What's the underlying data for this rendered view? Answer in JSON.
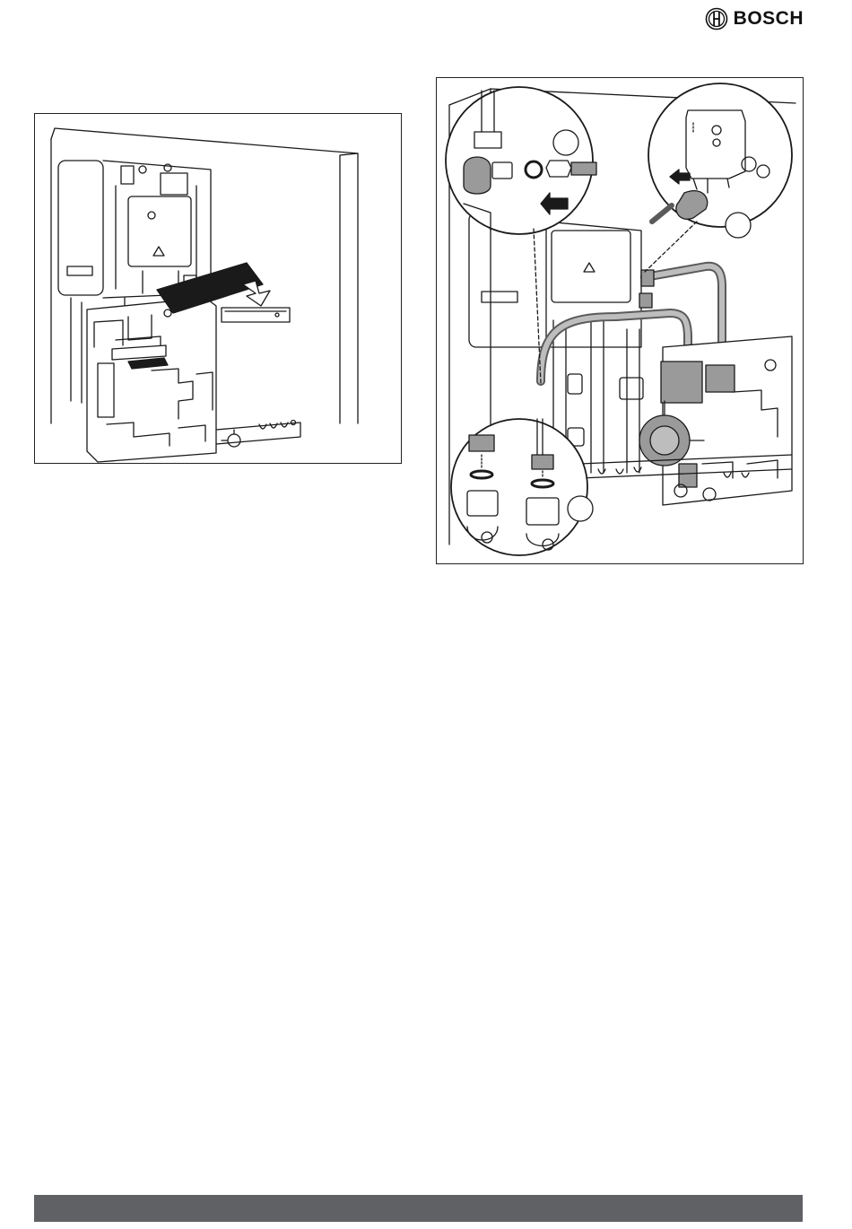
{
  "brand": {
    "logo_text": "BOSCH",
    "logo_icon": "bosch-armature-icon"
  },
  "figures": [
    {
      "id": "left",
      "icon": "install-mounting-bracket-illustration"
    },
    {
      "id": "right",
      "icon": "connect-pump-pipes-illustration"
    }
  ],
  "colors": {
    "ink": "#1a1a1a",
    "footer_bar": "#5f6165",
    "fill_grey": "#9a9a9a",
    "dark_fill": "#1a1a1a"
  }
}
